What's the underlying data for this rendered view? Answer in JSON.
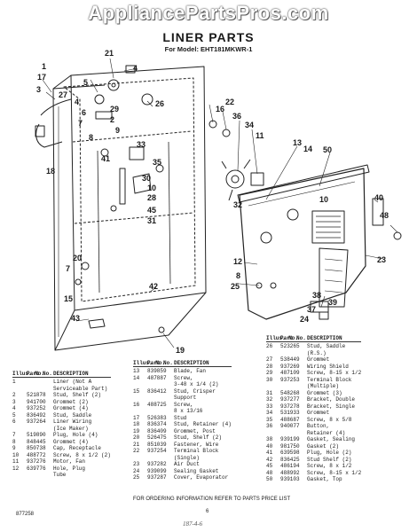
{
  "watermark": "AppliancePartsPros.com",
  "title": "LINER PARTS",
  "model_line": "For Model: EHT181MKWR-1",
  "callouts": [
    {
      "label": "21"
    },
    {
      "label": "17"
    },
    {
      "label": "1"
    },
    {
      "label": "3"
    },
    {
      "label": "27"
    },
    {
      "label": "5"
    },
    {
      "label": "4"
    },
    {
      "label": "26"
    },
    {
      "label": "4"
    },
    {
      "label": "6"
    },
    {
      "label": "7"
    },
    {
      "label": "29"
    },
    {
      "label": "2"
    },
    {
      "label": "9"
    },
    {
      "label": "8"
    },
    {
      "label": "22"
    },
    {
      "label": "16"
    },
    {
      "label": "36"
    },
    {
      "label": "34"
    },
    {
      "label": "11"
    },
    {
      "label": "13"
    },
    {
      "label": "14"
    },
    {
      "label": "50"
    },
    {
      "label": "18"
    },
    {
      "label": "41"
    },
    {
      "label": "33"
    },
    {
      "label": "35"
    },
    {
      "label": "30"
    },
    {
      "label": "10"
    },
    {
      "label": "28"
    },
    {
      "label": "45"
    },
    {
      "label": "31"
    },
    {
      "label": "32"
    },
    {
      "label": "40"
    },
    {
      "label": "48"
    },
    {
      "label": "10"
    },
    {
      "label": "12"
    },
    {
      "label": "23"
    },
    {
      "label": "20"
    },
    {
      "label": "7"
    },
    {
      "label": "15"
    },
    {
      "label": "8"
    },
    {
      "label": "25"
    },
    {
      "label": "38"
    },
    {
      "label": "39"
    },
    {
      "label": "37"
    },
    {
      "label": "24"
    },
    {
      "label": "43"
    },
    {
      "label": "19"
    },
    {
      "label": "42"
    }
  ],
  "table_headers": {
    "illus": "Illus. No.",
    "part": "Part No.",
    "desc": "DESCRIPTION"
  },
  "parts_col1": [
    {
      "illus": "1",
      "part": "",
      "desc": "Liner (Not A"
    },
    {
      "illus": "",
      "part": "",
      "desc": "Serviceable Part)"
    },
    {
      "illus": "2",
      "part": "521878",
      "desc": "Stud, Shelf (2)"
    },
    {
      "illus": "3",
      "part": "941700",
      "desc": "Grommet (2)"
    },
    {
      "illus": "4",
      "part": "937252",
      "desc": "Grommet (4)"
    },
    {
      "illus": "5",
      "part": "836492",
      "desc": "Stud, Saddle"
    },
    {
      "illus": "6",
      "part": "937264",
      "desc": "Liner Wiring"
    },
    {
      "illus": "",
      "part": "",
      "desc": "(Ice Maker)"
    },
    {
      "illus": "7",
      "part": "519890",
      "desc": "Plug, Hole (4)"
    },
    {
      "illus": "8",
      "part": "848445",
      "desc": "Grommet (4)"
    },
    {
      "illus": "9",
      "part": "850738",
      "desc": "Cap, Receptacle"
    },
    {
      "illus": "10",
      "part": "488772",
      "desc": "Screw, 8 x 1/2 (2)"
    },
    {
      "illus": "11",
      "part": "937276",
      "desc": "Motor, Fan"
    },
    {
      "illus": "12",
      "part": "639776",
      "desc": "Hole, Plug"
    },
    {
      "illus": "",
      "part": "",
      "desc": "Tube"
    }
  ],
  "parts_col2": [
    {
      "illus": "13",
      "part": "839859",
      "desc": "Blade, Fan"
    },
    {
      "illus": "14",
      "part": "487887",
      "desc": "Screw,"
    },
    {
      "illus": "",
      "part": "",
      "desc": "3-48 x 1/4 (2)"
    },
    {
      "illus": "15",
      "part": "836412",
      "desc": "Stud, Crisper"
    },
    {
      "illus": "",
      "part": "",
      "desc": "Support"
    },
    {
      "illus": "16",
      "part": "488725",
      "desc": "Screw,"
    },
    {
      "illus": "",
      "part": "",
      "desc": "8 x 13/16"
    },
    {
      "illus": "17",
      "part": "526383",
      "desc": "Stud"
    },
    {
      "illus": "18",
      "part": "836374",
      "desc": "Stud, Retainer (4)"
    },
    {
      "illus": "19",
      "part": "836409",
      "desc": "Grommet, Post"
    },
    {
      "illus": "20",
      "part": "526475",
      "desc": "Stud, Shelf (2)"
    },
    {
      "illus": "21",
      "part": "851039",
      "desc": "Fastener, Wire"
    },
    {
      "illus": "22",
      "part": "937254",
      "desc": "Terminal Block"
    },
    {
      "illus": "",
      "part": "",
      "desc": "(Single)"
    },
    {
      "illus": "23",
      "part": "937282",
      "desc": "Air Duct"
    },
    {
      "illus": "24",
      "part": "939099",
      "desc": "Sealing Gasket"
    },
    {
      "illus": "25",
      "part": "937287",
      "desc": "Cover, Evaporator"
    }
  ],
  "parts_col3": [
    {
      "illus": "26",
      "part": "523265",
      "desc": "Stud, Saddle"
    },
    {
      "illus": "",
      "part": "",
      "desc": "(R.S.)"
    },
    {
      "illus": "27",
      "part": "538449",
      "desc": "Grommet"
    },
    {
      "illus": "28",
      "part": "937269",
      "desc": "Wiring Shield"
    },
    {
      "illus": "29",
      "part": "487109",
      "desc": "Screw, 8-15 x 1/2"
    },
    {
      "illus": "30",
      "part": "937253",
      "desc": "Terminal Block"
    },
    {
      "illus": "",
      "part": "",
      "desc": "(Multiple)"
    },
    {
      "illus": "31",
      "part": "548268",
      "desc": "Grommet (3)"
    },
    {
      "illus": "32",
      "part": "937277",
      "desc": "Bracket, Double"
    },
    {
      "illus": "33",
      "part": "937278",
      "desc": "Bracket, Single"
    },
    {
      "illus": "34",
      "part": "531933",
      "desc": "Grommet"
    },
    {
      "illus": "35",
      "part": "488687",
      "desc": "Screw, 8 x 5/8"
    },
    {
      "illus": "36",
      "part": "940077",
      "desc": "Button,"
    },
    {
      "illus": "",
      "part": "",
      "desc": "Retainer (4)"
    },
    {
      "illus": "38",
      "part": "939199",
      "desc": "Gasket, Sealing"
    },
    {
      "illus": "40",
      "part": "981750",
      "desc": "Gasket (2)"
    },
    {
      "illus": "41",
      "part": "639598",
      "desc": "Plug, Hole (2)"
    },
    {
      "illus": "42",
      "part": "836425",
      "desc": "Stud Shelf (2)"
    },
    {
      "illus": "45",
      "part": "486194",
      "desc": "Screw, 8 x 1/2"
    },
    {
      "illus": "48",
      "part": "488992",
      "desc": "Screw, 8-15 x 1/2"
    },
    {
      "illus": "50",
      "part": "939103",
      "desc": "Gasket, Top"
    }
  ],
  "footer_note": "FOR ORDERING INFORMATION REFER TO PARTS PRICE LIST",
  "footer_code": "877258",
  "page_number": "6",
  "handwritten_note": "187-4-6"
}
